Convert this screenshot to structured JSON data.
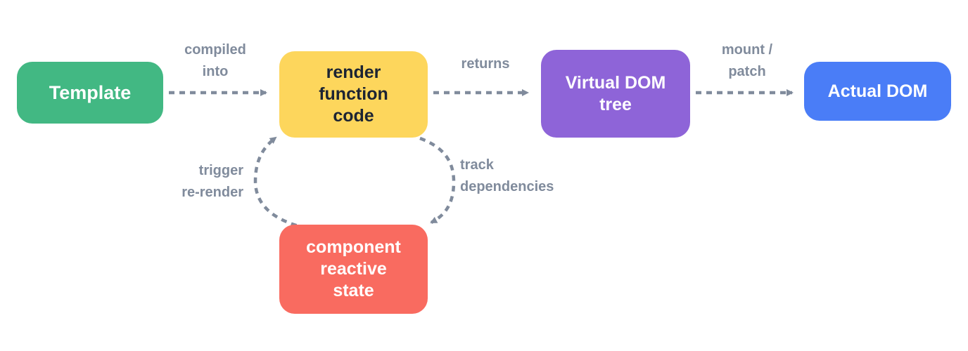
{
  "diagram": {
    "nodes": {
      "template": {
        "label": "Template",
        "color": "#42b883"
      },
      "render_function_code": {
        "lines": [
          "render",
          "function",
          "code"
        ],
        "color": "#fdd65c",
        "text_color": "#1c2433"
      },
      "virtual_dom_tree": {
        "lines": [
          "Virtual DOM",
          "tree"
        ],
        "color": "#8e64d8"
      },
      "actual_dom": {
        "label": "Actual DOM",
        "color": "#4a7df7"
      },
      "component_reactive_state": {
        "lines": [
          "component",
          "reactive",
          "state"
        ],
        "color": "#f96b60"
      }
    },
    "edges": {
      "compiled_into": {
        "lines": [
          "compiled",
          "into"
        ]
      },
      "returns": {
        "label": "returns"
      },
      "mount_patch": {
        "lines": [
          "mount /",
          "patch"
        ]
      },
      "track_dependencies": {
        "lines": [
          "track",
          "dependencies"
        ]
      },
      "trigger_re_render": {
        "lines": [
          "trigger",
          "re-render"
        ]
      }
    },
    "arrow_color": "#808b9c",
    "background": "#ffffff"
  }
}
